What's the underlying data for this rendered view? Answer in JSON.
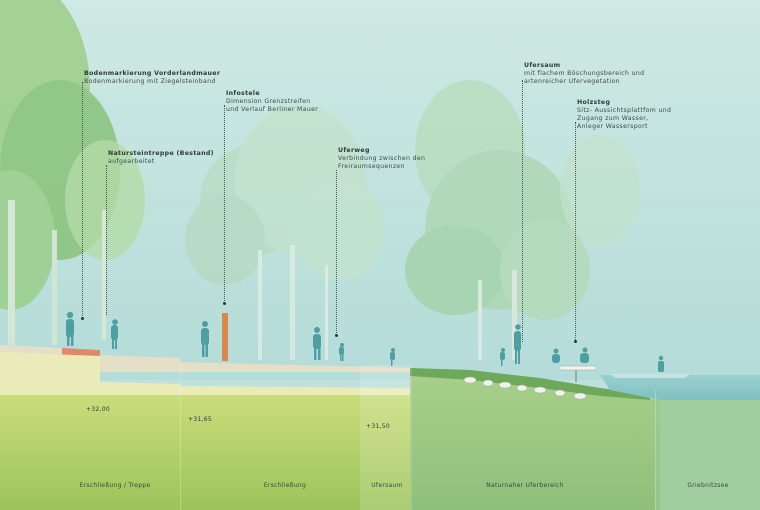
{
  "annotations": [
    {
      "id": "vorderland",
      "title": "Bodenmarkierung Vorderlandmauer",
      "lines": [
        "Bodenmarkierung mit Ziegelsteinband"
      ]
    },
    {
      "id": "infostele",
      "title": "Infostele",
      "lines": [
        "Dimension Grenzstreifen",
        "und Verlauf Berliner Mauer"
      ]
    },
    {
      "id": "treppe",
      "title": "Natursteintreppe (Bestand)",
      "lines": [
        "aufgearbeitet"
      ]
    },
    {
      "id": "uferweg",
      "title": "Uferweg",
      "lines": [
        "Verbindung zwischen den",
        "Freiraumsequenzen"
      ]
    },
    {
      "id": "ufersaum",
      "title": "Ufersaum",
      "lines": [
        "mit flachem Böschungsbereich und",
        "artenreicher Ufervegetation"
      ]
    },
    {
      "id": "holzsteg",
      "title": "Holzsteg",
      "lines": [
        "Sitz- Aussichtsplattfom und",
        "Zugang zum Wasser,",
        "Anleger Wassersport"
      ]
    }
  ],
  "elevations": [
    "+32,00",
    "+31,65",
    "+31,50"
  ],
  "zones": [
    "Erschließung / Treppe",
    "Erschließung",
    "Ufersaum",
    "Naturnaher Uferbereich",
    "Griebnitzsee"
  ],
  "colors": {
    "sky": "#bfe0dc",
    "water": "#8fc9c9",
    "soil": "#b9d36a",
    "paving": "#e6dfc8",
    "brick": "#e08a6a",
    "stele": "#d9874a",
    "people": "#4e9ea3"
  }
}
